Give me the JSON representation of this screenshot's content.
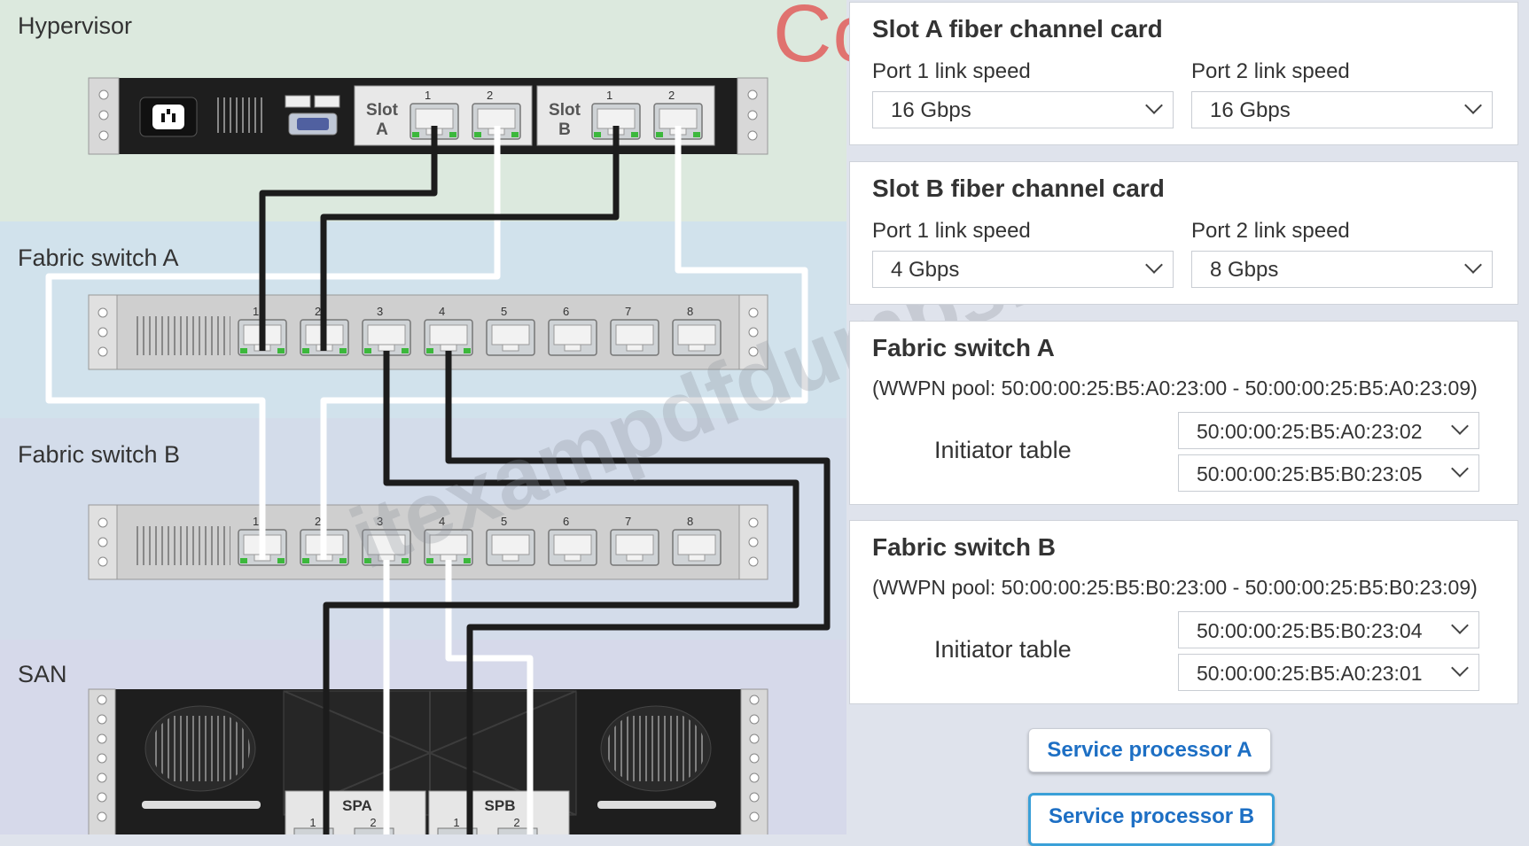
{
  "diagram": {
    "sections": {
      "hypervisor": "Hypervisor",
      "fabric_a": "Fabric switch A",
      "fabric_b": "Fabric switch B",
      "san": "SAN"
    },
    "hypervisor": {
      "slot_a": {
        "label_line1": "Slot",
        "label_line2": "A",
        "ports": [
          "1",
          "2"
        ]
      },
      "slot_b": {
        "label_line1": "Slot",
        "label_line2": "B",
        "ports": [
          "1",
          "2"
        ]
      }
    },
    "switch_ports": [
      "1",
      "2",
      "3",
      "4",
      "5",
      "6",
      "7",
      "8"
    ],
    "san": {
      "spa": {
        "label": "SPA",
        "ports": [
          "1",
          "2"
        ]
      },
      "spb": {
        "label": "SPB",
        "ports": [
          "1",
          "2"
        ]
      }
    }
  },
  "slot_a_card": {
    "title": "Slot A fiber channel card",
    "port1_label": "Port 1 link speed",
    "port1_value": "16 Gbps",
    "port2_label": "Port 2 link speed",
    "port2_value": "16 Gbps"
  },
  "slot_b_card": {
    "title": "Slot B fiber channel card",
    "port1_label": "Port 1 link speed",
    "port1_value": "4 Gbps",
    "port2_label": "Port 2 link speed",
    "port2_value": "8 Gbps"
  },
  "fabric_a_panel": {
    "title": "Fabric switch A",
    "pool": "(WWPN pool: 50:00:00:25:B5:A0:23:00 - 50:00:00:25:B5:A0:23:09)",
    "initiator_label": "Initiator table",
    "initiators": [
      "50:00:00:25:B5:A0:23:02",
      "50:00:00:25:B5:B0:23:05"
    ]
  },
  "fabric_b_panel": {
    "title": "Fabric switch B",
    "pool": "(WWPN pool: 50:00:00:25:B5:B0:23:00 - 50:00:00:25:B5:B0:23:09)",
    "initiator_label": "Initiator table",
    "initiators": [
      "50:00:00:25:B5:B0:23:04",
      "50:00:00:25:B5:A0:23:01"
    ]
  },
  "buttons": {
    "sp_a": "Service processor A",
    "sp_b": "Service processor B"
  },
  "branding": {
    "logo": "CompTIA",
    "watermark": "itexampdfdumps.com"
  },
  "colors": {
    "cable_dark": "#1c1c1c",
    "cable_light": "#ffffff",
    "link_led": "#3cb83c",
    "button_text": "#1d6fc4",
    "logo": "#e24b4b"
  }
}
